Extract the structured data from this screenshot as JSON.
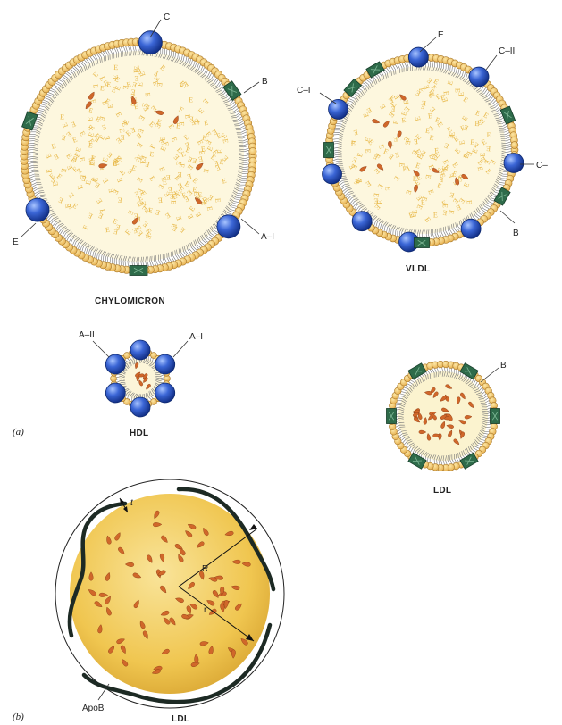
{
  "panels": {
    "a": "(a)",
    "b": "(b)"
  },
  "chylomicron": {
    "title": "CHYLOMICRON",
    "labels": {
      "c": "C",
      "b": "B",
      "e": "E",
      "a1": "A–I"
    }
  },
  "vldl": {
    "title": "VLDL",
    "labels": {
      "e": "E",
      "c2": "C–II",
      "c1": "C–I",
      "c3": "C–",
      "b": "B"
    }
  },
  "hdl": {
    "title": "HDL",
    "labels": {
      "a2": "A–II",
      "a1": "A–I"
    }
  },
  "ldl_small": {
    "title": "LDL",
    "labels": {
      "b": "B"
    }
  },
  "ldl_large": {
    "title": "LDL",
    "labels": {
      "t": "t",
      "R": "R",
      "r": "r",
      "apob": "ApoB"
    }
  },
  "colors": {
    "phospholipid_head": "#f2c46b",
    "head_outline": "#a8782a",
    "apo_blue": "#2a56c8",
    "apo_green": "#2e6b4a",
    "core_yellow": "#f8e7a0",
    "cholesteryl_ester": "#d0672a",
    "ldl_core": "#efc24e"
  }
}
